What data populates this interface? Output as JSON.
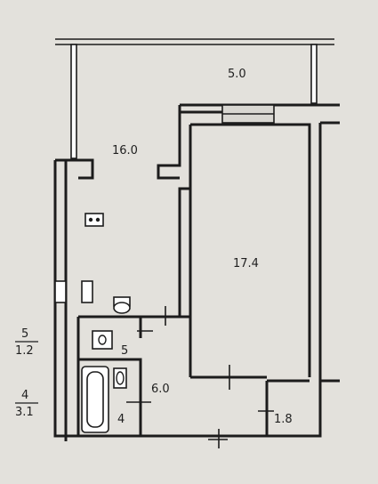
{
  "plan": {
    "rooms": [
      {
        "id": "balcony",
        "area": "5.0"
      },
      {
        "id": "kitchen",
        "area": "16.0"
      },
      {
        "id": "living-room",
        "area": "17.4"
      },
      {
        "id": "toilet",
        "area": "5"
      },
      {
        "id": "hallway",
        "area": "6.0"
      },
      {
        "id": "bathroom",
        "area": "4"
      },
      {
        "id": "closet",
        "area": "1.8"
      }
    ],
    "side_labels": [
      {
        "id": "toilet-fraction",
        "numerator": "5",
        "denominator": "1.2"
      },
      {
        "id": "bathroom-fraction",
        "numerator": "4",
        "denominator": "3.1"
      }
    ]
  }
}
